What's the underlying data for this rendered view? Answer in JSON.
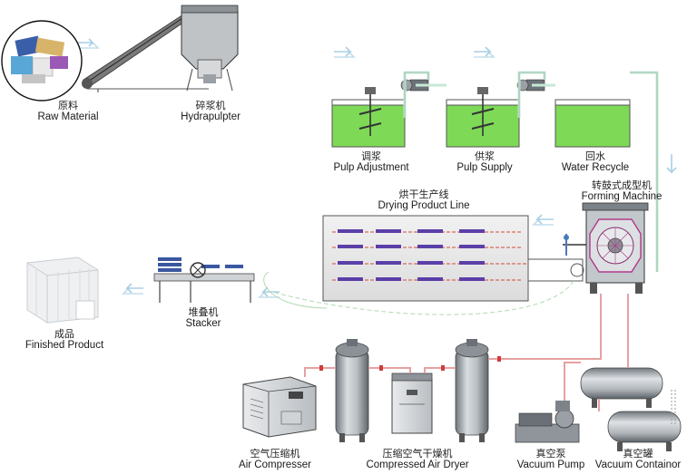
{
  "colors": {
    "water": "#7ed957",
    "water_dark": "#5cb83a",
    "pipe": "#e6a1a1",
    "pipe_light": "#c7e8d6",
    "tank": "#9aa0a6",
    "drying_line": "#e6e6e6",
    "arrow": "#b8d4e6"
  },
  "nodes": {
    "raw_material": {
      "cn": "原料",
      "en": "Raw Material"
    },
    "hydrapulpter": {
      "cn": "碎浆机",
      "en": "Hydrapulpter"
    },
    "pulp_adjustment": {
      "cn": "调浆",
      "en": "Pulp Adjustment"
    },
    "pulp_supply": {
      "cn": "供浆",
      "en": "Pulp Supply"
    },
    "water_recycle": {
      "cn": "回水",
      "en": "Water Recycle"
    },
    "forming_machine": {
      "cn": "转鼓式成型机",
      "en": "Forming Machine"
    },
    "drying_line": {
      "cn": "烘干生产线",
      "en": "Drying Product Line"
    },
    "stacker": {
      "cn": "堆叠机",
      "en": "Stacker"
    },
    "finished_product": {
      "cn": "成品",
      "en": "Finished Product"
    },
    "air_compressor": {
      "cn": "空气压缩机",
      "en": "Air Compresser"
    },
    "air_dryer": {
      "cn": "压缩空气干燥机",
      "en": "Compressed Air Dryer"
    },
    "vacuum_pump": {
      "cn": "真空泵",
      "en": "Vacuum Pump"
    },
    "vacuum_container": {
      "cn": "真空罐",
      "en": "Vacuum Containor"
    }
  }
}
